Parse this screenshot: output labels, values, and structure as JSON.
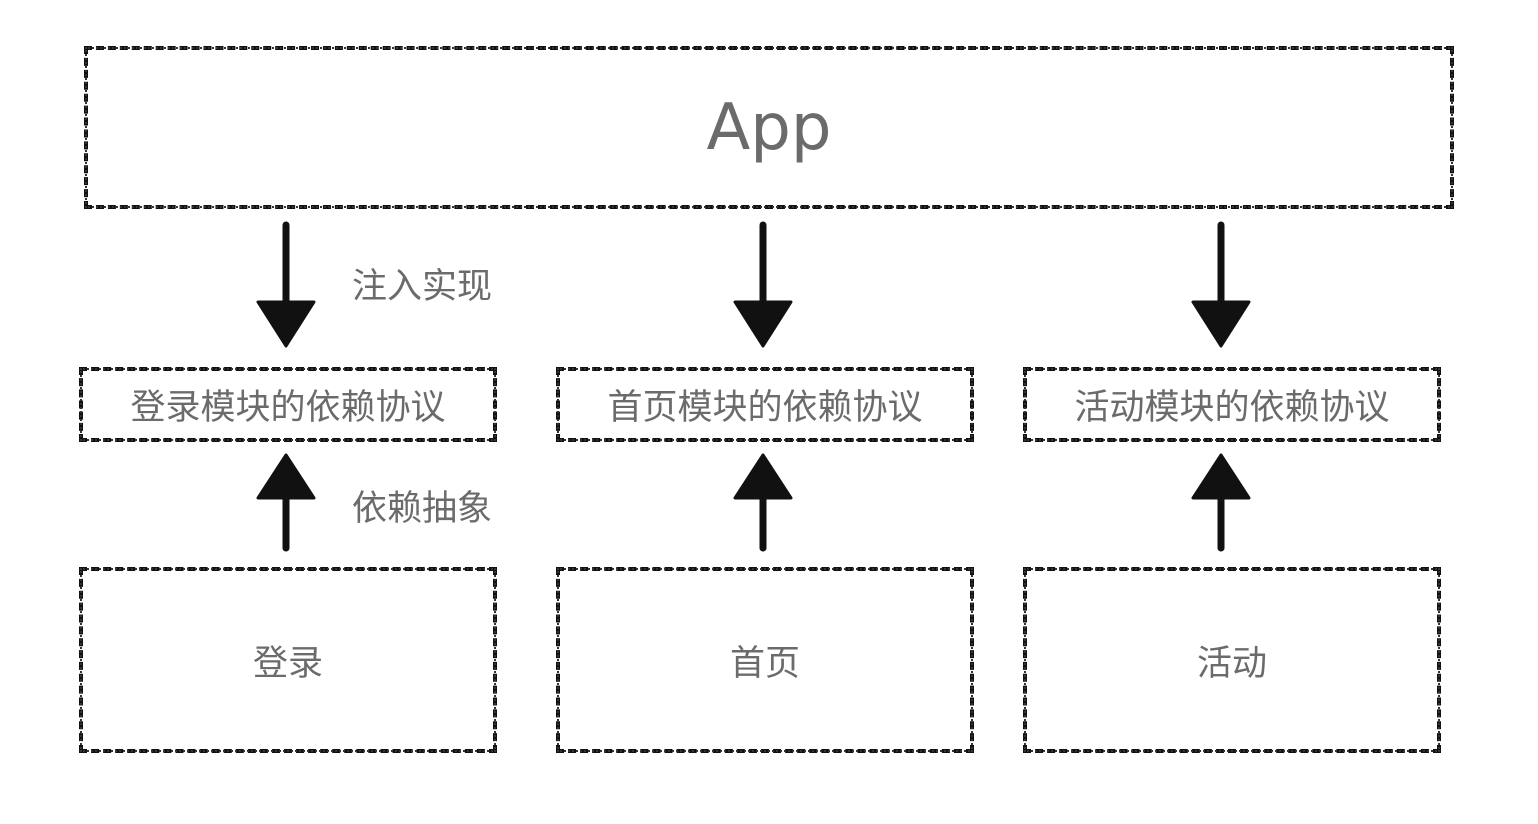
{
  "app": {
    "label": "App"
  },
  "protocols": [
    {
      "label": "登录模块的依赖协议"
    },
    {
      "label": "首页模块的依赖协议"
    },
    {
      "label": "活动模块的依赖协议"
    }
  ],
  "modules": [
    {
      "label": "登录"
    },
    {
      "label": "首页"
    },
    {
      "label": "活动"
    }
  ],
  "edge_labels": {
    "inject": "注入实现",
    "depend": "依赖抽象"
  },
  "colors": {
    "stroke": "#111111",
    "text": "#6b6b6b"
  }
}
